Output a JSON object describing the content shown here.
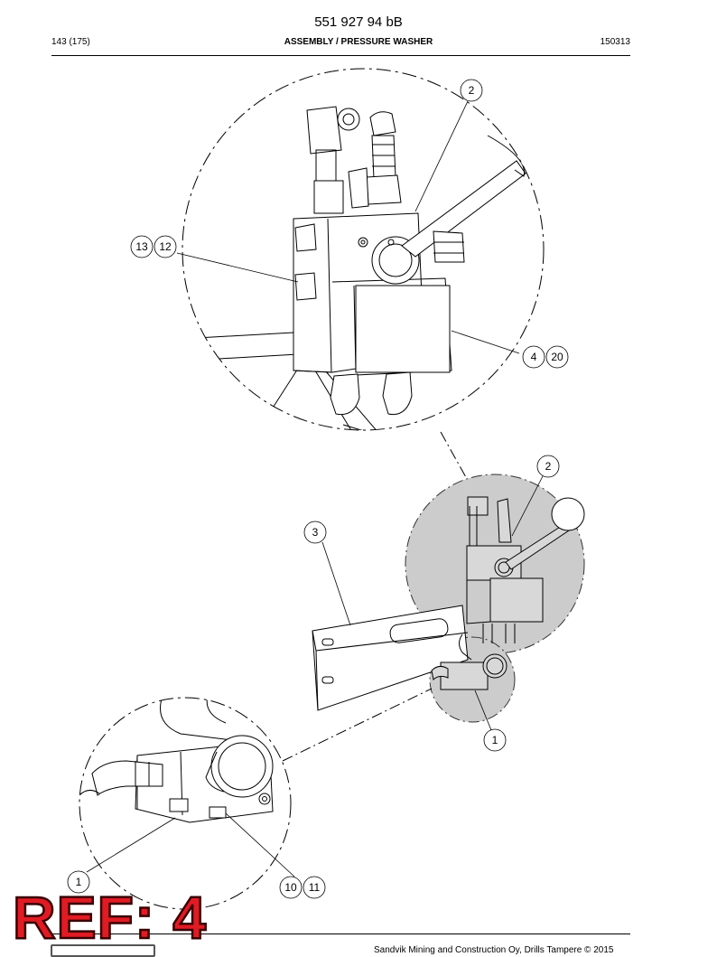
{
  "header": {
    "doc_number": "551 927 94 bB",
    "page": "143 (175)",
    "title": "ASSEMBLY / PRESSURE WASHER",
    "date_code": "150313"
  },
  "callouts": {
    "top_detail": [
      "2",
      "13",
      "12",
      "4",
      "20"
    ],
    "main_view": [
      "2",
      "3",
      "1"
    ],
    "bottom_detail": [
      "1",
      "10",
      "11"
    ]
  },
  "stamp": "REF: 4",
  "footer": {
    "copyright": "Sandvik Mining and Construction Oy, Drills Tampere © 2015"
  }
}
